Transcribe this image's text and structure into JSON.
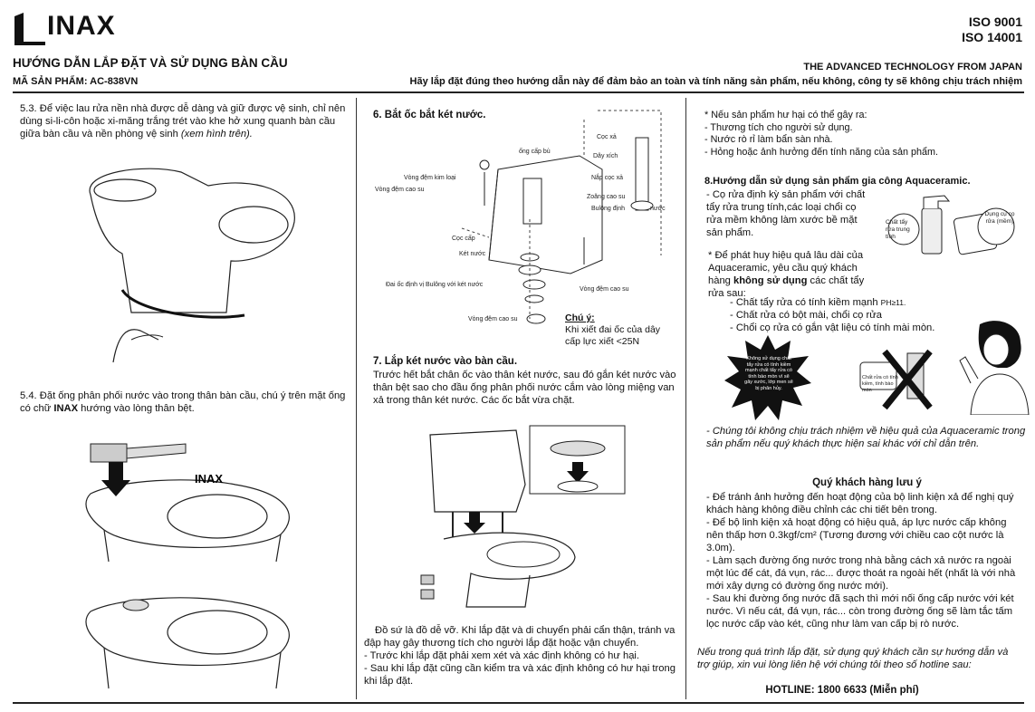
{
  "header": {
    "brand": "INAX",
    "iso1": "ISO  9001",
    "iso2": "ISO 14001",
    "title": "HƯỚNG DẪN LẮP ĐẶT VÀ SỬ DỤNG BÀN CẦU",
    "product_code": "MÃ SẢN PHẨM: AC-838VN",
    "tagline": "THE ADVANCED TECHNOLOGY FROM JAPAN",
    "notice": "Hãy lắp đặt đúng theo hướng dẫn này để đảm bảo an toàn và tính năng sản phẩm, nếu không, công ty sẽ không chịu trách nhiệm"
  },
  "col1": {
    "step53_a": "5.3. Để việc lau rửa nền nhà được dễ dàng và giữ được vệ sinh, chỉ nên dùng si-li-côn hoặc xi-măng trắng trét vào khe hở xung quanh bàn cầu giữa bàn cầu và nền phòng vệ sinh ",
    "step53_b": "(xem hình trên).",
    "step54_a": "5.4. Đặt ống phân phối nước vào trong thân bàn cầu, chú ý trên mặt ống có chữ ",
    "step54_b": "INAX",
    "step54_c": " hướng vào lòng thân bệt.",
    "pipe_label": "INAX"
  },
  "col2": {
    "step6_title": "6. Bắt ốc bắt két nước.",
    "labels": {
      "ong_cap_bu": "ống cấp bù",
      "coc_xa": "Cọc xả",
      "day_xich": "Dây xích",
      "nap_coc_xa": "Nắp cọc xả",
      "vong_dem_kim_loai": "Vòng đệm kim loại",
      "vong_dem_cao_su_1": "Vòng đệm cao su",
      "zoang_cao_su": "Zoăng cao su",
      "bulong_dinh": "Bulông định",
      "nuoc": "nước",
      "coc_cap": "Cọc cấp",
      "ket_nuoc": "Két nước",
      "dai_oc": "Đai ốc định vị Bulông với két nước",
      "vong_dem_cao_su_2": "Vòng đệm cao su",
      "vong_dem_cao_su_3": "Vòng đệm cao su"
    },
    "note_title": "Chú ý:",
    "note_text": "Khi xiết đai ốc của dây cấp lực xiết <25N",
    "step7_title": "7. Lắp két nước vào bàn cầu.",
    "step7_text": "Trước hết bắt chân ốc vào thân két nước, sau đó gắn két nước vào thân bệt sao cho đầu ống phân phối nước cắm vào lòng miệng van xả trong thân két nước. Các ốc bắt vừa chặt.",
    "fragile_1": "Đồ sứ là đồ dễ vỡ. Khi lắp đặt và di chuyển phải cẩn thận, tránh va đập hay gây thương tích cho người lắp đặt hoặc vận chuyển.",
    "fragile_2": "- Trước khi lắp đặt phải xem xét và xác định không có hư hại.",
    "fragile_3": "- Sau khi lắp đặt cũng cần kiểm tra và xác định không có hư hại trong khi lắp đặt."
  },
  "col3": {
    "harm_intro": "* Nếu sản phẩm hư hại có thể gây ra:",
    "harm_1": "- Thương tích cho người sử dụng.",
    "harm_2": "- Nước rò rỉ làm bẩn sàn nhà.",
    "harm_3": "- Hỏng hoặc ảnh hưởng đến tính năng của sản phẩm.",
    "step8_title": "8.Hướng dẫn sử dụng sản phẩm gia công  Aquaceramic.",
    "step8_text": "- Cọ rửa định kỳ sản phẩm với chất tẩy rửa trung tính,các loại chổi cọ rửa mềm không làm xước bề mặt sản phẩm.",
    "bottle_label": "Chất tẩy rửa trung tính",
    "sponge_label": "Dụng cụ cọ rửa (mềm)",
    "aqua_a": "* Để phát huy hiệu quả lâu dài của Aquaceramic, yêu cầu quý khách hàng ",
    "aqua_b": "không sử dụng",
    "aqua_c": " các chất tẩy rửa sau:",
    "ban_1": "- Chất tẩy rửa có tính kiềm mạnh ",
    "ban_1_ph": "PH≥11.",
    "ban_2": "- Chất rửa có bột mài, chổi cọ rửa",
    "ban_3": "- Chổi cọ rửa có gắn vật liệu có tính mài mòn.",
    "burst_text": "Không sử dụng chất tẩy rửa có tính kiềm mạnh chất tẩy rửa có tính bào mòn vì sẽ gây xước, lớp men sẽ bị phân hủy.",
    "abrasive_label": "Chất rửa có tính kiềm, tính bào mòn",
    "disclaimer": "- Chúng tôi không chịu trách nhiệm về hiệu quả của Aquaceramic trong sản phẩm nếu quý khách thực hiện sai khác với chỉ dẫn trên.",
    "care_title": "Quý khách hàng lưu ý",
    "care_1": "- Để tránh ảnh hưởng đến hoạt động của bộ linh kiện xả để nghị quý khách hàng không điều chỉnh các chi tiết bên trong.",
    "care_2": "- Để bộ linh kiện xả hoạt động có hiệu quả, áp lực nước cấp không nên thấp hơn 0.3kgf/cm² (Tương đương với chiều cao cột nước là 3.0m).",
    "care_3": "- Làm sạch đường ống nước trong nhà bằng cách xả nước  ra ngoài một lúc để cát, đá vụn, rác... được thoát ra ngoài hết (nhất là với nhà mới xây dựng có đường ống nước mới).",
    "care_4": "- Sau khi  đường ống nước đã sạch thì mới nối ống cấp nước với két nước. Vì nếu cát, đá vụn, rác... còn trong đường ống sẽ làm tắc tấm lọc nước cấp vào két, cũng như làm van cấp bị rò nước.",
    "contact": "Nếu trong quá trình lắp đặt, sử dụng quý khách cần sự hướng dẫn và trợ giúp, xin vui lòng liên hệ với chúng tôi theo số hotline sau:",
    "hotline": "HOTLINE: 1800 6633 (Miễn phí)"
  },
  "icons": [
    "inax-logo",
    "toilet-bowl-illustration",
    "pipe-arrow-illustration",
    "tank-exploded-diagram",
    "tank-assembly-illustration",
    "spray-bottle-icon",
    "sponge-icon",
    "warning-burst-icon",
    "no-abrasive-icon",
    "person-warning-illustration"
  ]
}
